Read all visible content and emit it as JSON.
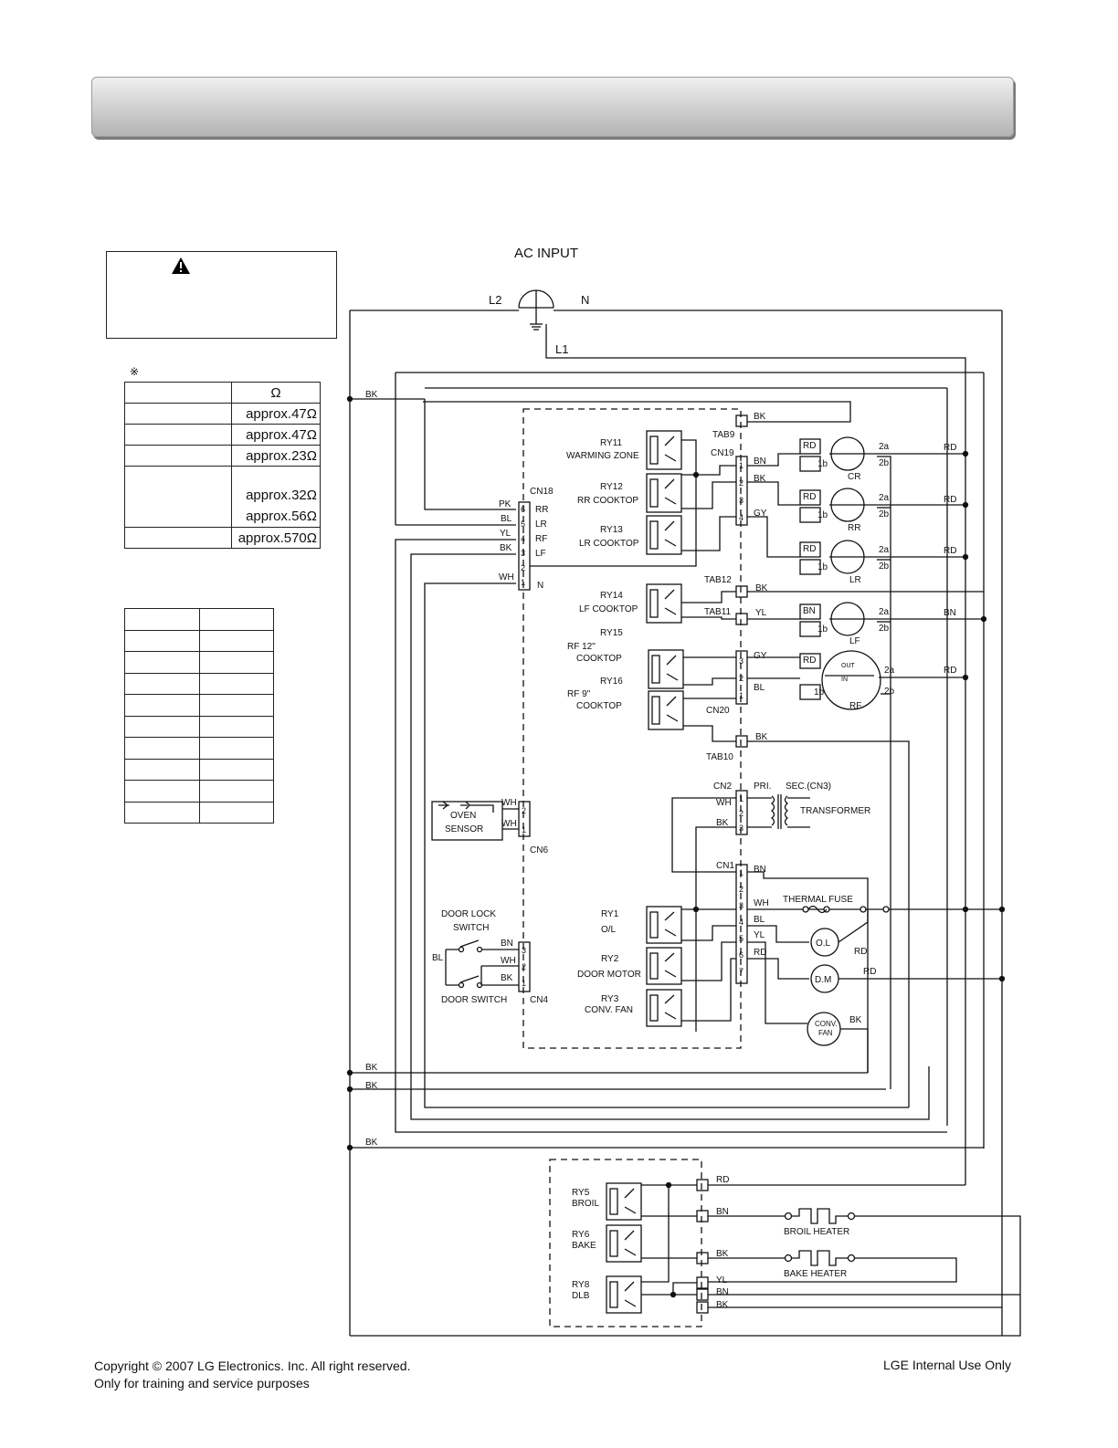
{
  "header": {
    "title": ""
  },
  "resistance_table": {
    "note_mark": "※",
    "unit": "Ω",
    "rows": [
      {
        "values": [
          "approx.47Ω"
        ]
      },
      {
        "values": [
          "approx.47Ω"
        ]
      },
      {
        "values": [
          "approx.23Ω"
        ]
      },
      {
        "values": [
          "approx.32Ω",
          "approx.56Ω"
        ]
      },
      {
        "values": [
          "approx.570Ω"
        ]
      }
    ]
  },
  "schematic": {
    "ac_input": "AC INPUT",
    "lines": {
      "l2": "L2",
      "n": "N",
      "l1": "L1"
    },
    "wire_colors": {
      "bk": "BK",
      "bn": "BN",
      "rd": "RD",
      "yl": "YL",
      "gy": "GY",
      "bl": "BL",
      "wh": "WH",
      "pk": "PK"
    },
    "relays": {
      "ry11": [
        "RY11",
        "WARMING ZONE"
      ],
      "ry12": [
        "RY12",
        "RR COOKTOP"
      ],
      "ry13": [
        "RY13",
        "LR COOKTOP"
      ],
      "ry14": [
        "RY14",
        "LF COOKTOP"
      ],
      "ry15": [
        "RY15",
        "RF 12\"",
        "COOKTOP"
      ],
      "ry16": [
        "RY16",
        "RF 9\"",
        "COOKTOP"
      ],
      "ry1": [
        "RY1",
        "O/L"
      ],
      "ry2": [
        "RY2",
        "DOOR MOTOR"
      ],
      "ry3": [
        "RY3",
        "CONV. FAN"
      ],
      "ry5": [
        "RY5",
        "BROIL"
      ],
      "ry6": [
        "RY6",
        "BAKE"
      ],
      "ry8": [
        "RY8",
        "DLB"
      ]
    },
    "connectors": {
      "tab9": "TAB9",
      "tab12": "TAB12",
      "tab11": "TAB11",
      "tab10": "TAB10",
      "cn19": "CN19",
      "cn18": "CN18",
      "cn20": "CN20",
      "cn2": "CN2",
      "cn1": "CN1",
      "cn6": "CN6",
      "cn4": "CN4"
    },
    "cn18_pins": [
      "RR",
      "LR",
      "RF",
      "LF",
      "N"
    ],
    "burners": {
      "cr": "CR",
      "rr": "RR",
      "lr": "LR",
      "lf": "LF",
      "rf": "RF"
    },
    "terminals": {
      "t2a": "2a",
      "t2b": "2b",
      "t1b": "1b",
      "out": "OUT",
      "in": "IN"
    },
    "components": {
      "oven_sensor": [
        "OVEN",
        "SENSOR"
      ],
      "door_lock_switch": [
        "DOOR LOCK",
        "SWITCH"
      ],
      "door_switch": "DOOR SWITCH",
      "transformer": "TRANSFORMER",
      "pri": "PRI.",
      "sec": "SEC.(CN3)",
      "thermal_fuse": "THERMAL FUSE",
      "ol": "O.L",
      "dm": "D.M",
      "conv_fan": [
        "CONV.",
        "FAN"
      ],
      "broil_heater": "BROIL HEATER",
      "bake_heater": "BAKE HEATER"
    }
  },
  "footer": {
    "copyright": "Copyright © 2007 LG Electronics. Inc. All right reserved.",
    "training": "Only for training and service purposes",
    "internal": "LGE Internal Use Only"
  }
}
